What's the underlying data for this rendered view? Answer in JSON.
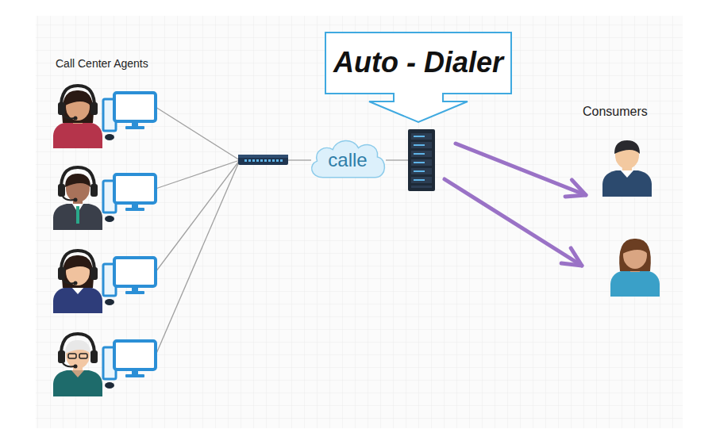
{
  "diagram": {
    "nodes": [
      {
        "text": [
          "Auto - Dialer"
        ]
      },
      {
        "text": [
          "calle"
        ]
      }
    ],
    "labels": [
      "Call Center Agents",
      "Consumers"
    ]
  }
}
